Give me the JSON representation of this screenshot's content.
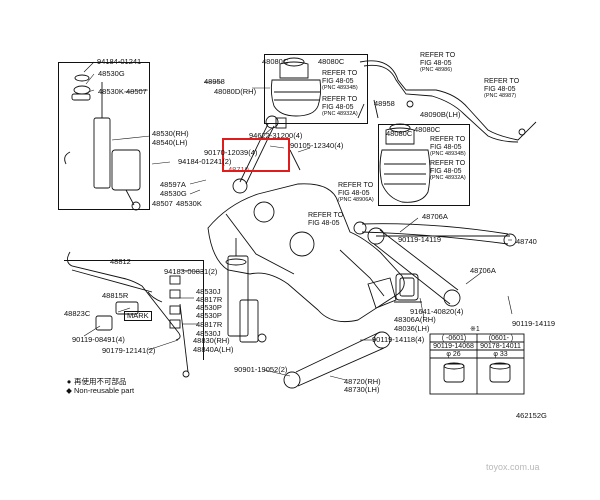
{
  "labels": {
    "p94184_01241_top": "94184-01241",
    "p48530G_top": "48530G",
    "p48530K_top": "48530K",
    "p48507_top": "48507",
    "p48530RH": "48530(RH)",
    "p48540LH": "48540(LH)",
    "p94184_01241_mid": "94184-01241(2)",
    "p48597A": "48597A",
    "p48530G_mid": "48530G",
    "p48507_mid": "48507",
    "p48530K_mid": "48530K",
    "p48958_top": "48958",
    "p48080C_a": "48080C",
    "p48080C_b": "48080C",
    "p48080D_RH": "48080D(RH)",
    "p48958_mid": "48958",
    "p48090B_LH": "48090B(LH)",
    "p48080C_c": "48080C",
    "p48080C_d": "48080C",
    "p94622_31200": "94622-31200(4)",
    "p90170_12039": "90170-12039(4)",
    "p90105_12340": "90105-12340(4)",
    "p48710": "48710",
    "p48706A_top": "48706A",
    "p48740": "48740",
    "p90119_14119_a": "90119-14119",
    "p48706A_mid": "48706A",
    "p90119_14119_b": "90119-14119",
    "p91641_40820": "91641-40820(4)",
    "p48306A_RH": "48306A(RH)",
    "p48036_LH": "48036(LH)",
    "p48812": "48812",
    "p94183_00831": "94183-00831(2)",
    "p48815R": "48815R",
    "p48530J_a": "48530J",
    "p48817R_a": "48817R",
    "p48530P_a": "48530P",
    "p48823C": "48823C",
    "mark": "MARK",
    "p48530P_b": "48530P",
    "p48817R_b": "48817R",
    "p48530J_b": "48530J",
    "p90119_08491": "90119-08491(4)",
    "p90179_12141": "90179-12141(2)",
    "p48830_RH": "48830(RH)",
    "p48840A_LH": "48840A(LH)",
    "p90119_14118": "90119-14118(4)",
    "p90901_19052": "90901-19052(2)",
    "p48720_RH": "48720(RH)",
    "p48730_LH": "48730(LH)"
  },
  "refs": [
    {
      "line1": "REFER TO",
      "line2": "FIG 48-05",
      "pnc": "(PNC 48986)"
    },
    {
      "line1": "REFER TO",
      "line2": "FIG 48-05",
      "pnc": "(PNC 48987)"
    },
    {
      "line1": "REFER TO",
      "line2": "FIG 48-05",
      "pnc": "(PNC 48934B)"
    },
    {
      "line1": "REFER TO",
      "line2": "FIG 48-05",
      "pnc": "(PNC 48932A)"
    },
    {
      "line1": "REFER TO",
      "line2": "FIG 48-05",
      "pnc": "(PNC 48934B)"
    },
    {
      "line1": "REFER TO",
      "line2": "FIG 48-05",
      "pnc": "(PNC 48932A)"
    },
    {
      "line1": "REFER TO",
      "line2": "FIG 48-05",
      "pnc": "(PNC 48906A)"
    },
    {
      "line1": "REFER TO",
      "line2": "FIG 48-05",
      "pnc": ""
    }
  ],
  "inset": {
    "mark": "※1",
    "col1_range": "( -0601)",
    "col2_range": "(0601- )",
    "col1_part": "90119-14068",
    "col2_part": "90178-14011",
    "col1_size": "φ 26",
    "col2_size": "φ 33"
  },
  "legend": [
    {
      "icon": "●",
      "text": "再使用不可部品"
    },
    {
      "icon": "◆",
      "text": "Non-reusable part"
    }
  ],
  "drawing_number": "462152G",
  "watermark": "toyox.com.ua"
}
